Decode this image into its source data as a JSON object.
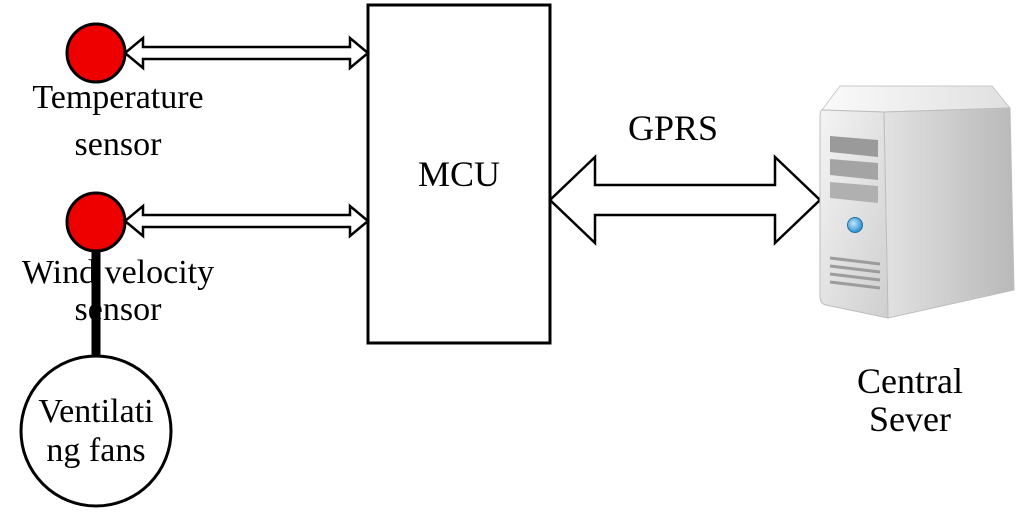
{
  "labels": {
    "temperature_line1": "Temperature",
    "temperature_line2": "sensor",
    "wind_line1": "Wind velocity",
    "wind_line2": "sensor",
    "fans_line1": "Ventilati",
    "fans_line2": "ng fans",
    "mcu": "MCU",
    "link": "GPRS",
    "server_line1": "Central",
    "server_line2": "Sever"
  },
  "colors": {
    "sensor_fill": "#ee0000",
    "stroke": "#000000",
    "server_body": "#dcdcdc",
    "server_led": "#3aa0d8"
  },
  "icons": {
    "server": "server-tower-icon"
  }
}
